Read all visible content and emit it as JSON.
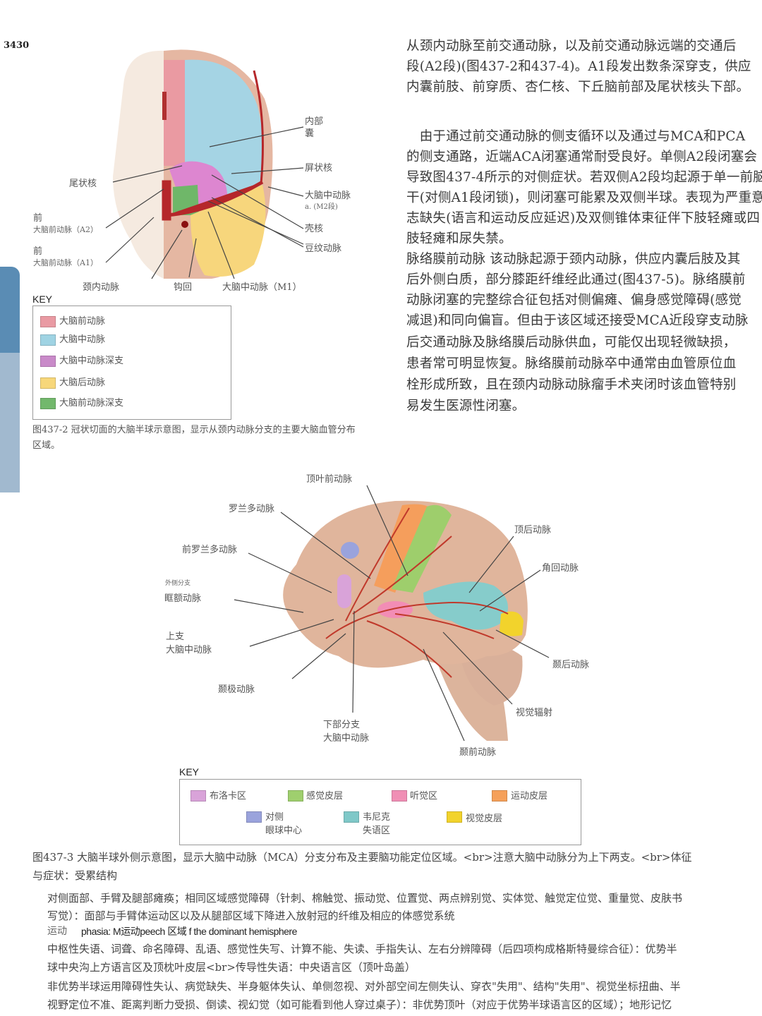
{
  "page_number": "3430",
  "right_column": {
    "para1": [
      "从颈内动脉至前交通动脉，以及前交通动脉远端的交通后",
      "段(A2段)(图437-2和437-4)。A1段发出数条深穿支，供应",
      "内囊前肢、前穿质、杏仁核、下丘脑前部及尾状核头下部。"
    ],
    "para2": [
      "　由于通过前交通动脉的侧支循环以及通过与MCA和PCA",
      "的侧支通路，近端ACA闭塞通常耐受良好。单侧A2段闭塞会",
      "导致图437-4所示的对侧症状。若双侧A2段均起源于单一前脑",
      "干(对侧A1段闭锁)，则闭塞可能累及双侧半球。表现为严重意",
      "志缺失(语言和运动反应延迟)及双侧锥体束征伴下肢轻瘫或四",
      "肢轻瘫和尿失禁。"
    ],
    "para3": [
      "脉络膜前动脉 该动脉起源于颈内动脉，供应内囊后肢及其",
      "后外侧白质，部分膝距纤维经此通过(图437-5)。脉络膜前",
      "动脉闭塞的完整综合征包括对侧偏瘫、偏身感觉障碍(感觉",
      "减退)和同向偏盲。但由于该区域还接受MCA近段穿支动脉",
      "后交通动脉及脉络膜后动脉供血，可能仅出现轻微缺损，",
      "患者常可明显恢复。脉络膜前动脉卒中通常由血管原位血",
      "栓形成所致，且在颈内动脉动脉瘤手术夹闭时该血管特别",
      "易发生医源性闭塞。"
    ]
  },
  "figure1": {
    "labels": {
      "internal_capsule": [
        "内部",
        "囊"
      ],
      "claustrum": "屏状核",
      "mca_m2": [
        "大脑中动脉",
        "a. (M2段)"
      ],
      "putamen": "壳核",
      "lenticulostriate": "豆纹动脉",
      "caudate": "尾状核",
      "aca_a2": [
        "前",
        "大脑前动脉（A2）"
      ],
      "aca_a1": [
        "前",
        "大脑前动脉（A1）"
      ],
      "ica": "颈内动脉",
      "uncus": "钩回",
      "mca_m1": "大脑中动脉（M1）"
    },
    "key_title": "KEY",
    "key": [
      {
        "label": "大脑前动脉",
        "color": "#e99aa3"
      },
      {
        "label": "大脑中动脉",
        "color": "#9fd3e3"
      },
      {
        "label": "大脑中动脉深支",
        "color": "#c98ac9"
      },
      {
        "label": "大脑后动脉",
        "color": "#f7d77a"
      },
      {
        "label": "大脑前动脉深支",
        "color": "#72b86c"
      }
    ],
    "caption": [
      "图437-2 冠状切面的大脑半球示意图，显示从颈内动脉分支的主要大脑血管分布",
      "区域。"
    ]
  },
  "figure2": {
    "labels": {
      "anterior_parietal": "顶叶前动脉",
      "rolandic": "罗兰多动脉",
      "prerolandic": "前罗兰多动脉",
      "lateral_branch": "外侧分支",
      "orbitofrontal": "眶额动脉",
      "superior_division": [
        "上支",
        "大脑中动脉"
      ],
      "temporopolar": "颞极动脉",
      "inferior_division": [
        "下部分支",
        "大脑中动脉"
      ],
      "anterior_temporal": "颞前动脉",
      "optic_radiation": "视觉辐射",
      "posterior_temporal": "颞后动脉",
      "angular": "角回动脉",
      "posterior_parietal": "顶后动脉"
    },
    "key_title": "KEY",
    "key": [
      {
        "label": "布洛卡区",
        "color": "#d9a3d9"
      },
      {
        "label": "感觉皮层",
        "color": "#9fcf6e"
      },
      {
        "label": "听觉区",
        "color": "#f08fb5"
      },
      {
        "label": "运动皮层",
        "color": "#f5a05a"
      },
      {
        "label": "对侧\n眼球中心",
        "color": "#9aa3dc",
        "lines": [
          "对侧",
          "眼球中心"
        ]
      },
      {
        "label": "韦尼克\n失语区",
        "color": "#7fc8c8",
        "lines": [
          "韦尼克",
          "失语区"
        ]
      },
      {
        "label": "视觉皮层",
        "color": "#f2d32c"
      }
    ],
    "caption": [
      "图437-3 大脑半球外侧示意图，显示大脑中动脉（MCA）分支分布及主要脑功能定位区域。<br>注意大脑中动脉分为上下两支。<br>体征",
      "与症状：受累结构"
    ]
  },
  "bottom_text": {
    "item1": [
      "对侧面部、手臂及腿部瘫痪；相同区域感觉障碍（针刺、棉触觉、振动觉、位置觉、两点辨别觉、实体觉、触觉定位觉、重量觉、皮肤书",
      "写觉）：面部与手臂体运动区以及从腿部区域下降进入放射冠的纤维及相应的体感觉系统"
    ],
    "overlay_en": "phasia: M运动peech 区域 f the dominant hemisphere",
    "overlay_cn": "运动",
    "item2": [
      "中枢性失语、词聋、命名障碍、乱语、感觉性失写、计算不能、失读、手指失认、左右分辨障碍（后四项构成格斯特曼综合征）：优势半",
      "球中央沟上方语言区及顶枕叶皮层<br>传导性失语：中央语言区（顶叶岛盖）"
    ],
    "item3": [
      "非优势半球运用障碍性失认、病觉缺失、半身躯体失认、单侧忽视、对外部空间左侧失认、穿衣\"失用\"、结构\"失用\"、视觉坐标扭曲、半",
      "视野定位不准、距离判断力受损、倒读、视幻觉（如可能看到他人穿过桌子）：非优势顶叶（对应于优势半球语言区的区域）；地形记忆"
    ]
  }
}
